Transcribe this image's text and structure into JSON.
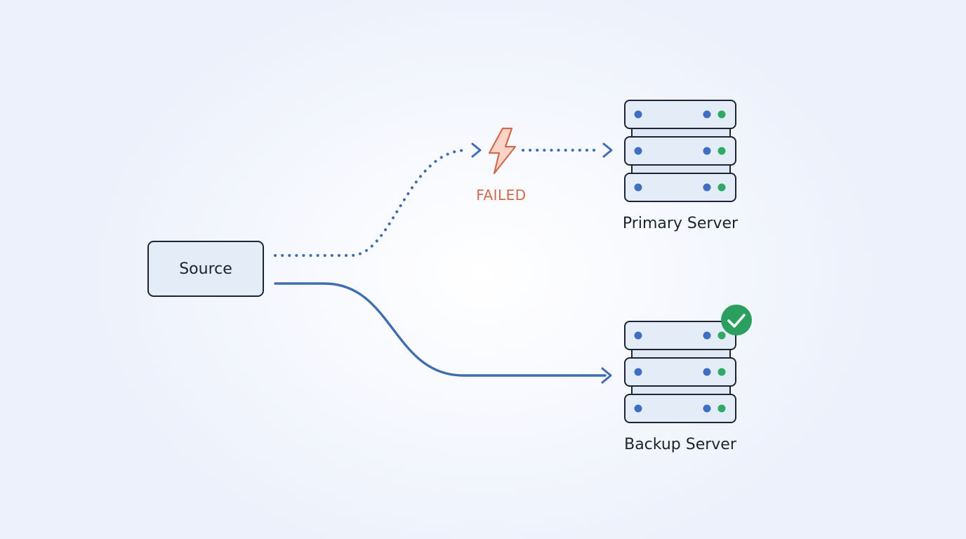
{
  "nodes": {
    "source": {
      "label": "Source"
    },
    "primary": {
      "label": "Primary Server",
      "status": "failed"
    },
    "backup": {
      "label": "Backup Server",
      "status": "ok"
    }
  },
  "connections": {
    "primary_path": {
      "style": "dotted",
      "status_label": "FAILED",
      "icon": "lightning-bolt-icon"
    },
    "backup_path": {
      "style": "solid"
    }
  },
  "badges": {
    "backup_check": {
      "icon": "check-icon"
    }
  },
  "colors": {
    "line": "#3f6db0",
    "outline": "#1d2433",
    "node_fill": "#e4ecf8",
    "failed": "#d06a4f",
    "led_blue": "#3e6fc2",
    "led_green": "#2faa64",
    "badge_green": "#2ba05e"
  }
}
